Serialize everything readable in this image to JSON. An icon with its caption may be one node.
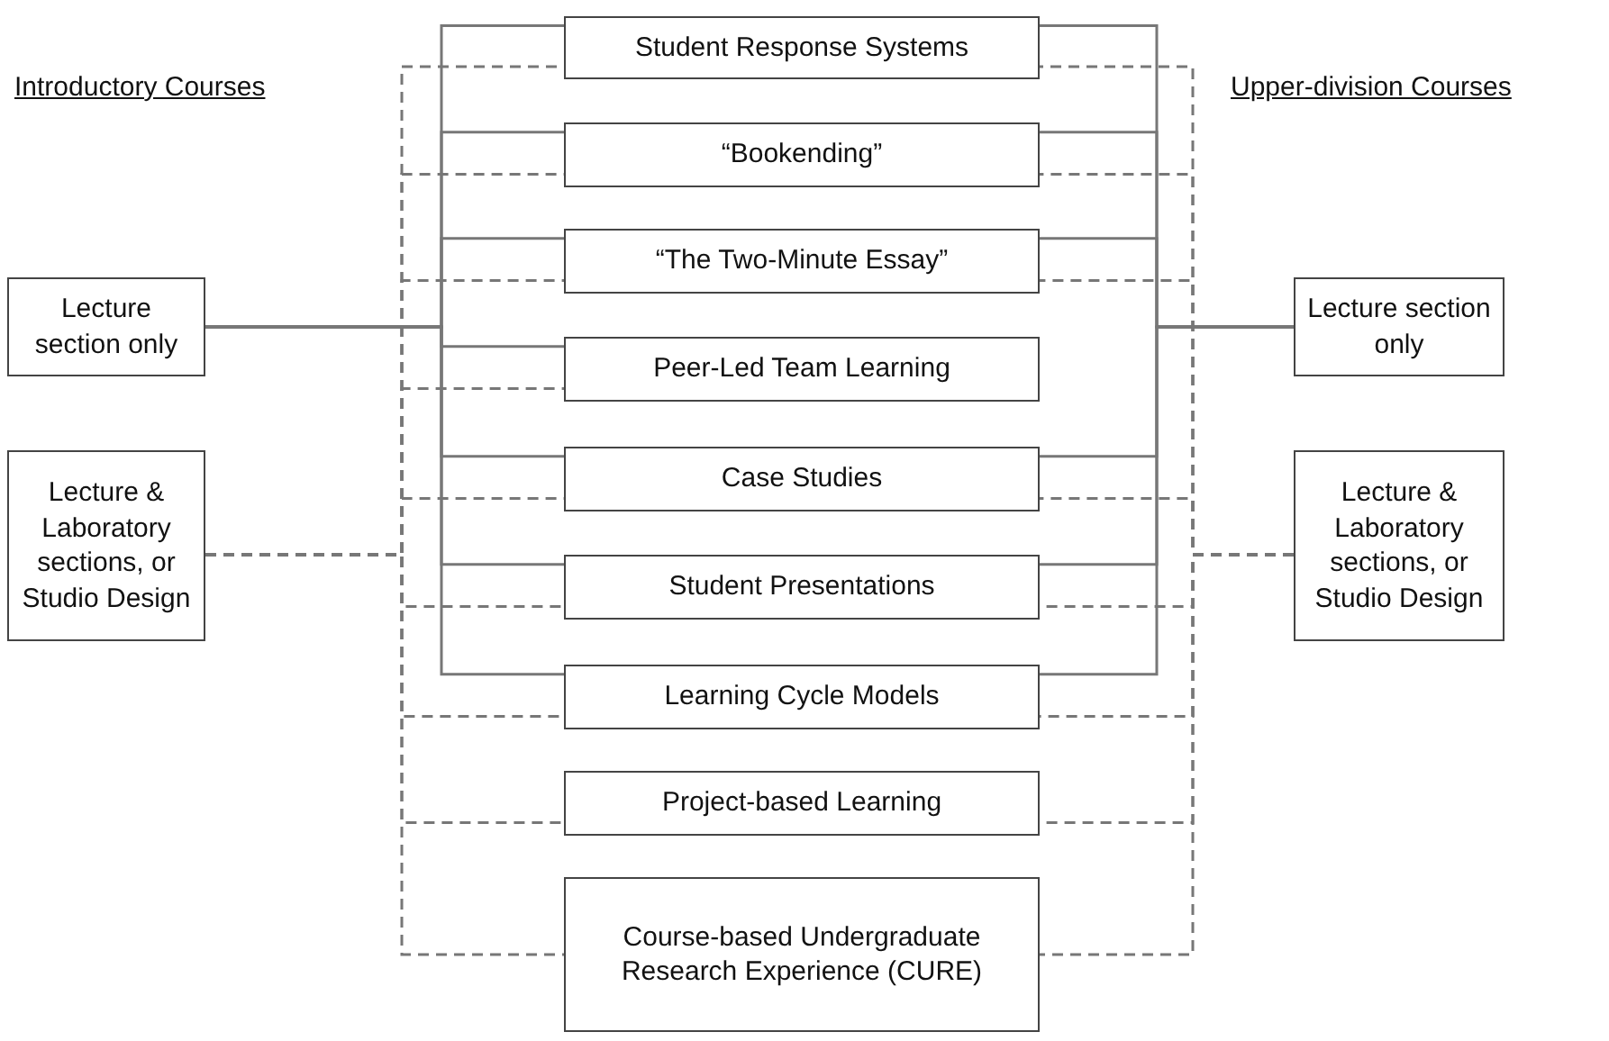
{
  "diagram": {
    "nodes": [
      {
        "text": [
          "Lecture section only"
        ]
      },
      {
        "text": [
          "Lecture & Laboratory sections, or Studio Design"
        ]
      },
      {
        "text": [
          "Student Response Systems"
        ]
      },
      {
        "text": [
          "“Bookending”"
        ]
      },
      {
        "text": [
          "“The Two-Minute Essay”"
        ]
      },
      {
        "text": [
          "Peer-Led Team Learning"
        ]
      },
      {
        "text": [
          "Case Studies"
        ]
      },
      {
        "text": [
          "Student Presentations"
        ]
      },
      {
        "text": [
          "Learning Cycle Models"
        ]
      },
      {
        "text": [
          "Project-based Learning"
        ]
      },
      {
        "text": [
          "Course-based Undergraduate Research Experience (CURE)"
        ]
      },
      {
        "text": [
          "Lecture section only"
        ]
      },
      {
        "text": [
          "Lecture & Laboratory sections, or Studio Design"
        ]
      }
    ],
    "edges": [
      {
        "from": 0,
        "to": 2,
        "arrow": "none"
      },
      {
        "from": 0,
        "to": 3,
        "arrow": "none"
      },
      {
        "from": 0,
        "to": 4,
        "arrow": "none"
      },
      {
        "from": 0,
        "to": 5,
        "arrow": "none"
      },
      {
        "from": 0,
        "to": 6,
        "arrow": "none"
      },
      {
        "from": 0,
        "to": 7,
        "arrow": "none"
      },
      {
        "from": 0,
        "to": 8,
        "arrow": "none"
      },
      {
        "from": 1,
        "to": 2,
        "arrow": "none",
        "style": "dashed"
      },
      {
        "from": 1,
        "to": 3,
        "arrow": "none",
        "style": "dashed"
      },
      {
        "from": 1,
        "to": 4,
        "arrow": "none",
        "style": "dashed"
      },
      {
        "from": 1,
        "to": 5,
        "arrow": "none",
        "style": "dashed"
      },
      {
        "from": 1,
        "to": 6,
        "arrow": "none",
        "style": "dashed"
      },
      {
        "from": 1,
        "to": 7,
        "arrow": "none",
        "style": "dashed"
      },
      {
        "from": 1,
        "to": 8,
        "arrow": "none",
        "style": "dashed"
      },
      {
        "from": 1,
        "to": 9,
        "arrow": "none",
        "style": "dashed"
      },
      {
        "from": 1,
        "to": 10,
        "arrow": "none",
        "style": "dashed"
      },
      {
        "from": 11,
        "to": 2,
        "arrow": "none"
      },
      {
        "from": 11,
        "to": 3,
        "arrow": "none"
      },
      {
        "from": 11,
        "to": 4,
        "arrow": "none"
      },
      {
        "from": 11,
        "to": 6,
        "arrow": "none"
      },
      {
        "from": 11,
        "to": 7,
        "arrow": "none"
      },
      {
        "from": 11,
        "to": 8,
        "arrow": "none"
      },
      {
        "from": 12,
        "to": 2,
        "arrow": "none",
        "style": "dashed"
      },
      {
        "from": 12,
        "to": 3,
        "arrow": "none",
        "style": "dashed"
      },
      {
        "from": 12,
        "to": 4,
        "arrow": "none",
        "style": "dashed"
      },
      {
        "from": 12,
        "to": 6,
        "arrow": "none",
        "style": "dashed"
      },
      {
        "from": 12,
        "to": 7,
        "arrow": "none",
        "style": "dashed"
      },
      {
        "from": 12,
        "to": 8,
        "arrow": "none",
        "style": "dashed"
      },
      {
        "from": 12,
        "to": 9,
        "arrow": "none",
        "style": "dashed"
      },
      {
        "from": 12,
        "to": 10,
        "arrow": "none",
        "style": "dashed"
      }
    ],
    "labels": [
      "Introductory Courses",
      "Upper-division Courses"
    ]
  }
}
